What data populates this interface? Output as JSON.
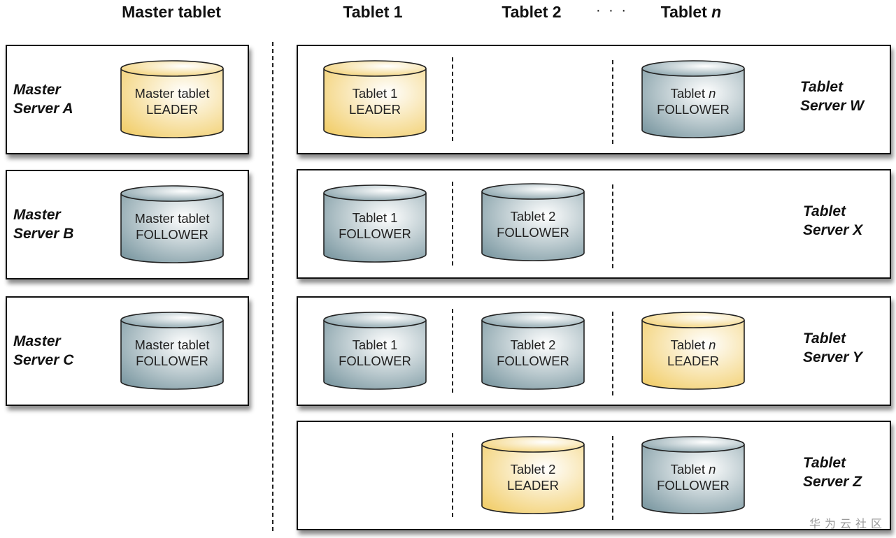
{
  "headers": {
    "master": "Master tablet",
    "tablet1": "Tablet 1",
    "tablet2": "Tablet 2",
    "ellipsis": "· · ·",
    "tabletn_prefix": "Tablet ",
    "tabletn_var": "n"
  },
  "colors": {
    "leader": "#f2cf6e",
    "follower": "#7f9ba4",
    "border": "#111111"
  },
  "master_servers": [
    {
      "line1": "Master",
      "line2": "Server A",
      "tablet": {
        "name": "Master tablet",
        "role": "LEADER",
        "type": "leader"
      }
    },
    {
      "line1": "Master",
      "line2": "Server B",
      "tablet": {
        "name": "Master tablet",
        "role": "FOLLOWER",
        "type": "follower"
      }
    },
    {
      "line1": "Master",
      "line2": "Server C",
      "tablet": {
        "name": "Master tablet",
        "role": "FOLLOWER",
        "type": "follower"
      }
    }
  ],
  "tablet_servers": [
    {
      "line1": "Tablet",
      "line2": "Server W",
      "t1": {
        "name": "Tablet 1",
        "role": "LEADER",
        "type": "leader"
      },
      "tn": {
        "name": "Tablet ",
        "var": "n",
        "role": "FOLLOWER",
        "type": "follower"
      }
    },
    {
      "line1": "Tablet",
      "line2": "Server X",
      "t1": {
        "name": "Tablet 1",
        "role": "FOLLOWER",
        "type": "follower"
      },
      "t2": {
        "name": "Tablet 2",
        "role": "FOLLOWER",
        "type": "follower"
      }
    },
    {
      "line1": "Tablet",
      "line2": "Server Y",
      "t1": {
        "name": "Tablet 1",
        "role": "FOLLOWER",
        "type": "follower"
      },
      "t2": {
        "name": "Tablet 2",
        "role": "FOLLOWER",
        "type": "follower"
      },
      "tn": {
        "name": "Tablet ",
        "var": "n",
        "role": "LEADER",
        "type": "leader"
      }
    },
    {
      "line1": "Tablet",
      "line2": "Server Z",
      "t2": {
        "name": "Tablet 2",
        "role": "LEADER",
        "type": "leader"
      },
      "tn": {
        "name": "Tablet ",
        "var": "n",
        "role": "FOLLOWER",
        "type": "follower"
      }
    }
  ],
  "watermark": "华为云社区"
}
